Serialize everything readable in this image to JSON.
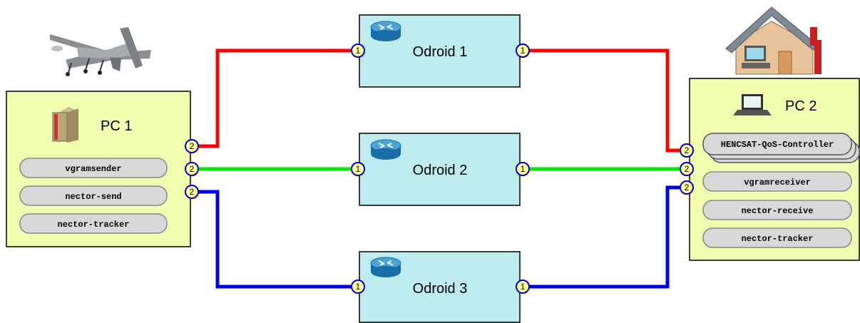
{
  "pc1": {
    "title": "PC 1",
    "apps": [
      "vgramsender",
      "nector-send",
      "nector-tracker"
    ],
    "ports": [
      "2",
      "2",
      "2"
    ]
  },
  "pc2": {
    "title": "PC 2",
    "controller": "HENCSAT-QoS-Controller",
    "apps": [
      "vgramreceiver",
      "nector-receive",
      "nector-tracker"
    ],
    "ports": [
      "2",
      "2",
      "2"
    ]
  },
  "routers": [
    {
      "label": "Odroid 1",
      "port_in": "1",
      "port_out": "1"
    },
    {
      "label": "Odroid 2",
      "port_in": "1",
      "port_out": "1"
    },
    {
      "label": "Odroid 3",
      "port_in": "1",
      "port_out": "1"
    }
  ],
  "colors": {
    "pc_fill": "#f0fcae",
    "router_fill": "#bdebee",
    "link_1": "#ff0000",
    "link_2": "#00ee00",
    "link_3": "#0000ee",
    "port_fill": "#ffff99",
    "port_stroke": "#0000cc",
    "app_fill": "#d8d8d8"
  },
  "icons": [
    "drone-icon",
    "house-icon",
    "server-icon",
    "laptop-icon",
    "router-icon"
  ]
}
